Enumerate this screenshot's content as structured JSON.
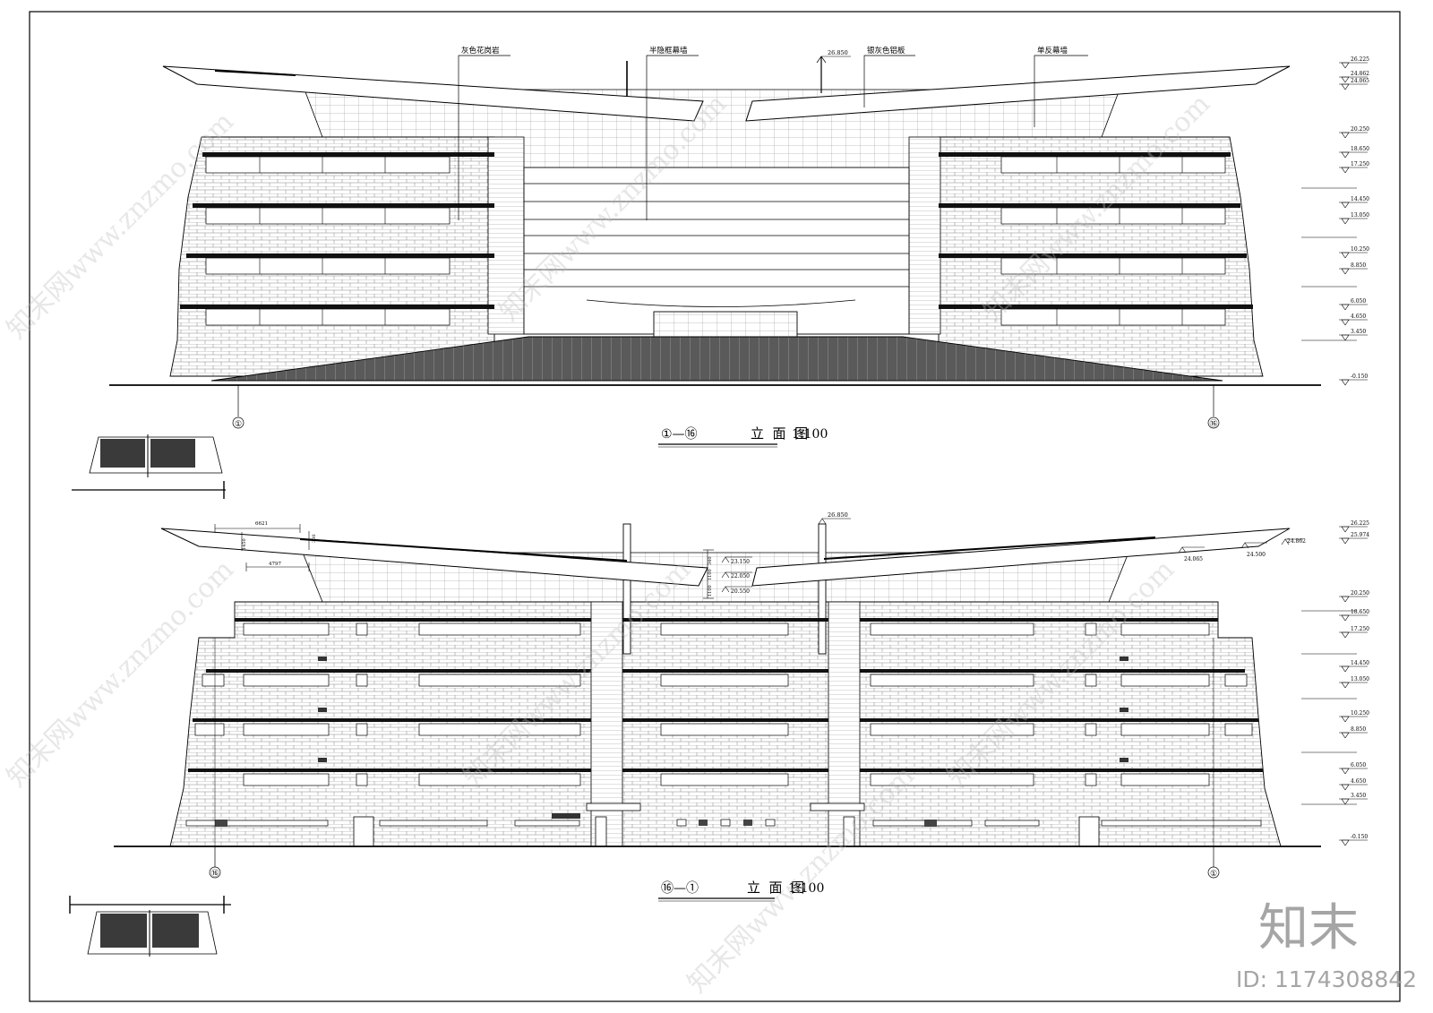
{
  "elevation_top": {
    "title": "①—⑯",
    "title_word": "立  面  图",
    "scale": "1:100",
    "axis_left": "①",
    "axis_right": "⑯",
    "callouts": [
      "灰色花岗岩",
      "半隐框幕墙",
      "银灰色铝板",
      "单反幕墙"
    ],
    "callout_level": "26.850",
    "levels": [
      "26.225",
      "24.862",
      "24.065",
      "20.250",
      "18.650",
      "17.250",
      "14.450",
      "13.050",
      "10.250",
      "8.850",
      "6.050",
      "4.650",
      "3.450",
      "-0.150"
    ]
  },
  "elevation_bottom": {
    "title": "⑯—①",
    "title_word": "立  面  图",
    "scale": "1:100",
    "axis_left": "⑯",
    "axis_right": "①",
    "top_level": "26.850",
    "dims": [
      "6621",
      "4797",
      "300",
      "1450",
      "340",
      "1100",
      "1100"
    ],
    "mid_levels": [
      "23.150",
      "22.050",
      "20.550"
    ],
    "roof_levels": [
      "24.862",
      "24.065",
      "24.500"
    ],
    "levels": [
      "26.225",
      "25.974",
      "20.250",
      "18.650",
      "17.250",
      "14.450",
      "13.050",
      "10.250",
      "8.850",
      "6.050",
      "4.650",
      "3.450",
      "-0.150"
    ]
  },
  "watermark": {
    "text": "知末网www.znzmo.com",
    "logo": "知末",
    "id": "ID: 1174308842"
  }
}
